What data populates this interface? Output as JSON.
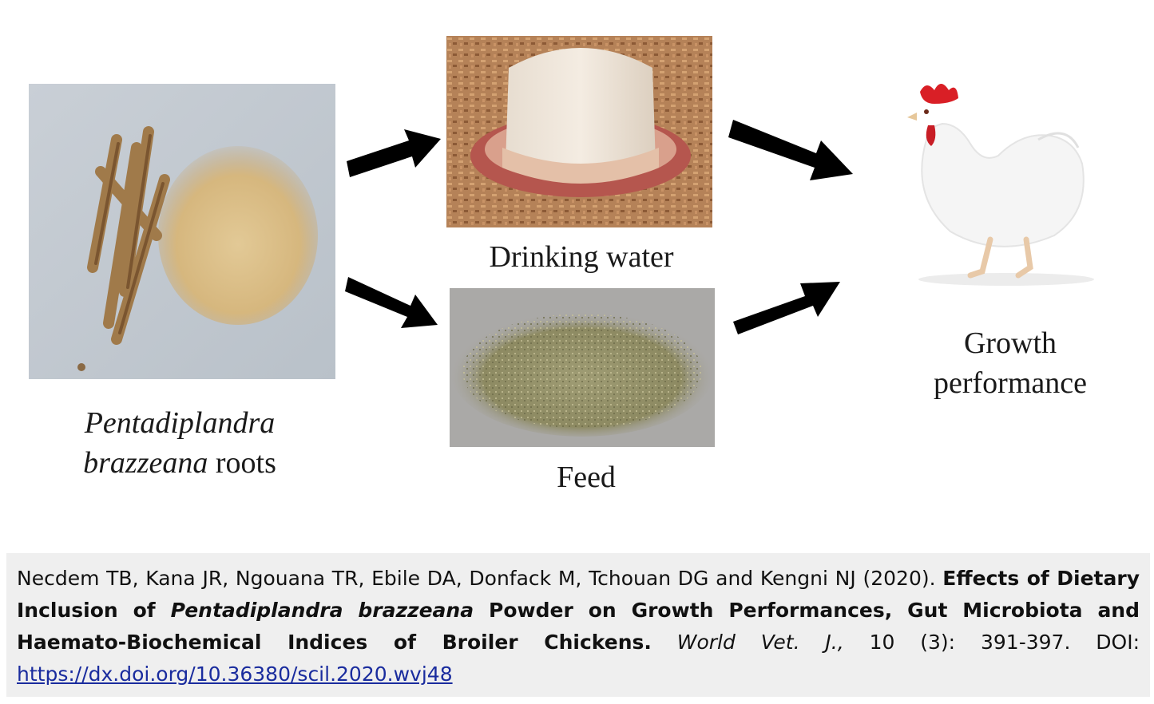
{
  "labels": {
    "roots_species": "Pentadiplandra",
    "roots_species2": "brazzeana",
    "roots_suffix": " roots",
    "drinking_water": "Drinking water",
    "feed": "Feed",
    "growth_line1": "Growth",
    "growth_line2": "performance"
  },
  "citation": {
    "authors": "Necdem TB, Kana JR, Ngouana TR, Ebile DA, Donfack M, Tchouan DG and Kengni NJ (2020). ",
    "title_part1": "Effects of Dietary Inclusion of ",
    "title_species": "Pentadiplandra brazzeana",
    "title_part2": " Powder on Growth Performances, Gut Microbiota and Haemato-Biochemical Indices of Broiler Chickens.",
    "journal": "World Vet. J.,",
    "volume_pages": " 10 (3): 391-397. DOI: ",
    "doi_link": "https://dx.doi.org/10.36380/scil.2020.wvj48"
  },
  "colors": {
    "citation_bg": "#efefef",
    "link": "#1a2c9e",
    "arrow": "#000000"
  }
}
